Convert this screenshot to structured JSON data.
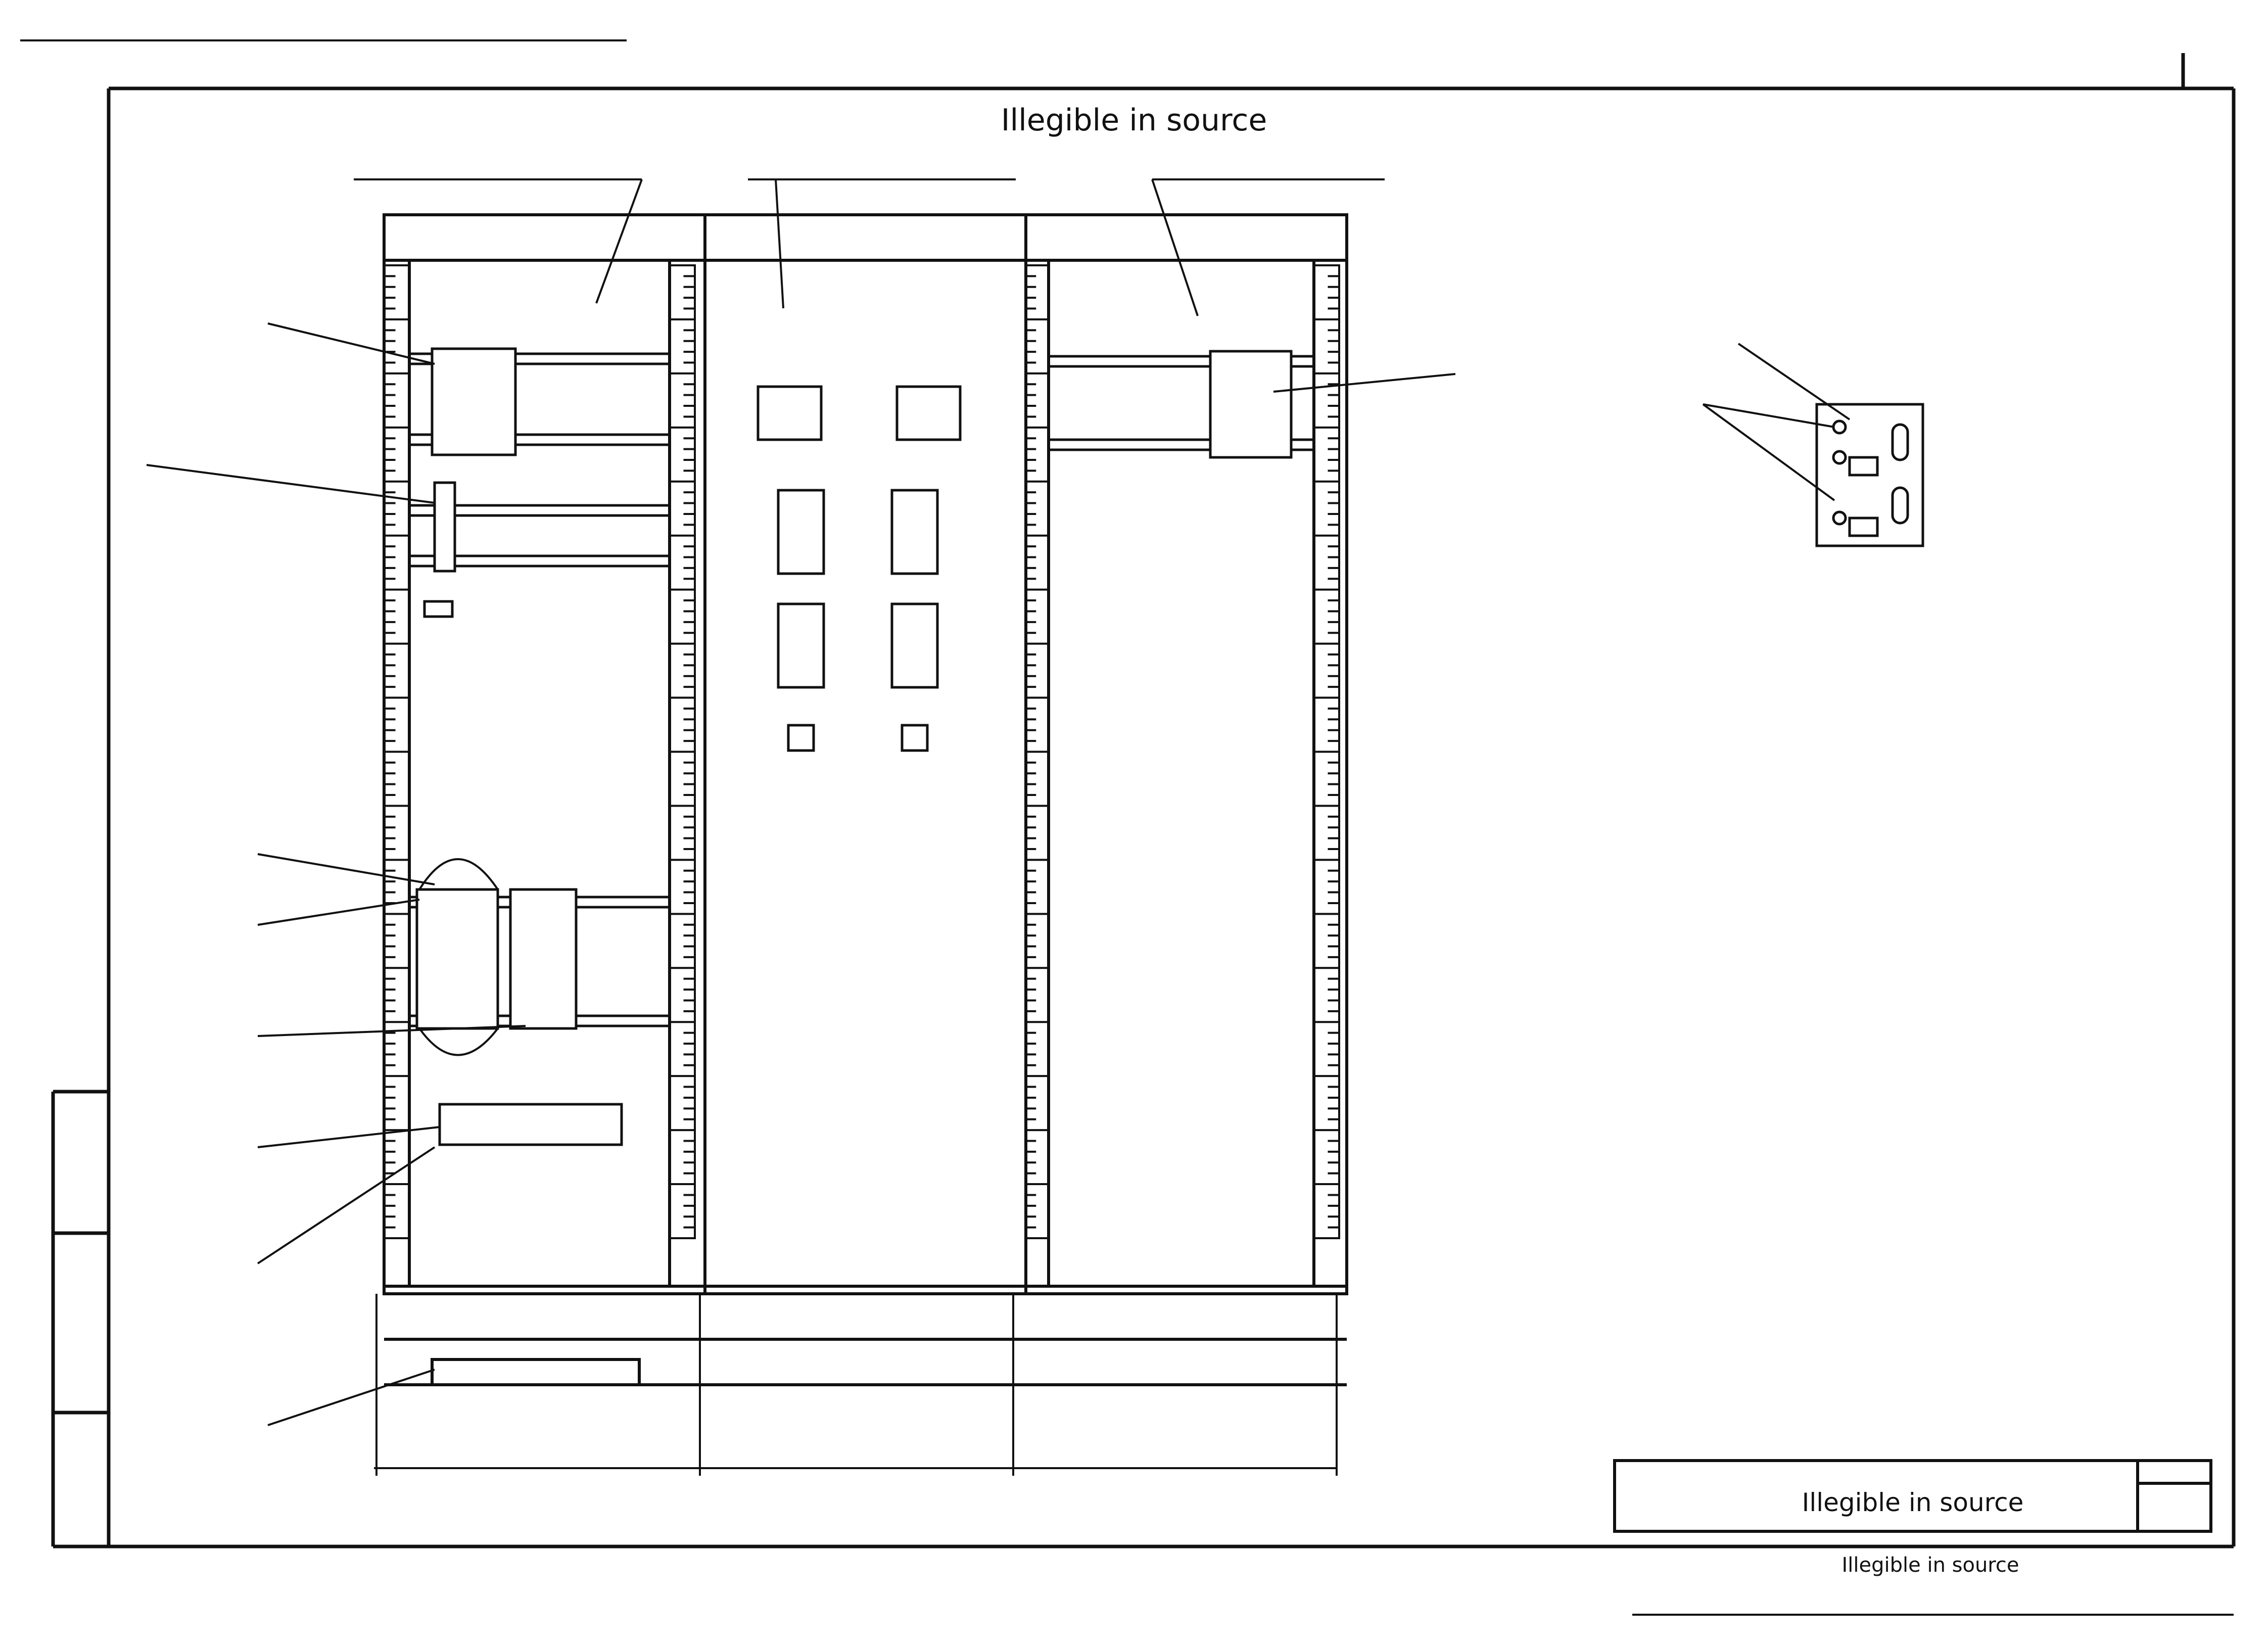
{
  "sheet_label": "Illegible in source",
  "caption": "Illegible in source",
  "notes": "Illegible in source"
}
